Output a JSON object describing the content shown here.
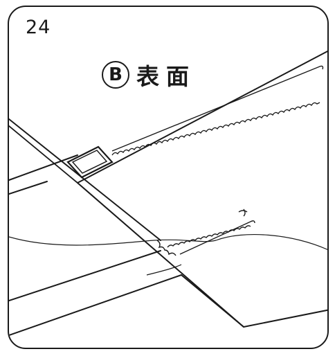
{
  "step": {
    "number": "24"
  },
  "side_label": {
    "letter": "B",
    "text": "表面"
  },
  "colors": {
    "ink": "#1a1a1a",
    "paper": "#ffffff"
  }
}
